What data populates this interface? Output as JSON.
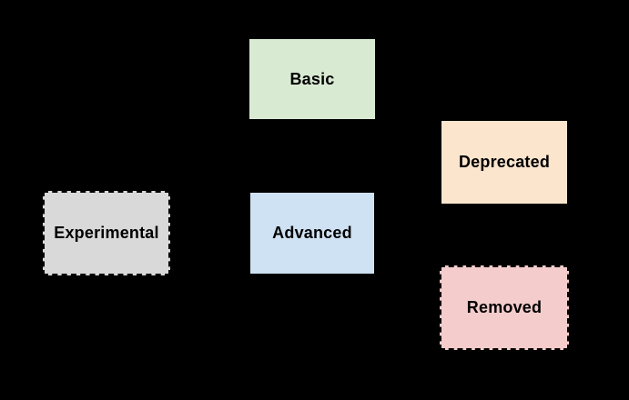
{
  "diagram": {
    "background_color": "#000000",
    "label_text_color": "#000000",
    "nodes": [
      {
        "id": "basic",
        "label": "Basic",
        "fill": "#d9ead3",
        "border_style": "solid"
      },
      {
        "id": "deprecated",
        "label": "Deprecated",
        "fill": "#fce5cd",
        "border_style": "solid"
      },
      {
        "id": "experimental",
        "label": "Experimental",
        "fill": "#d9d9d9",
        "border_style": "dashed"
      },
      {
        "id": "advanced",
        "label": "Advanced",
        "fill": "#cfe2f3",
        "border_style": "solid"
      },
      {
        "id": "removed",
        "label": "Removed",
        "fill": "#f4cccc",
        "border_style": "dashed"
      }
    ]
  }
}
